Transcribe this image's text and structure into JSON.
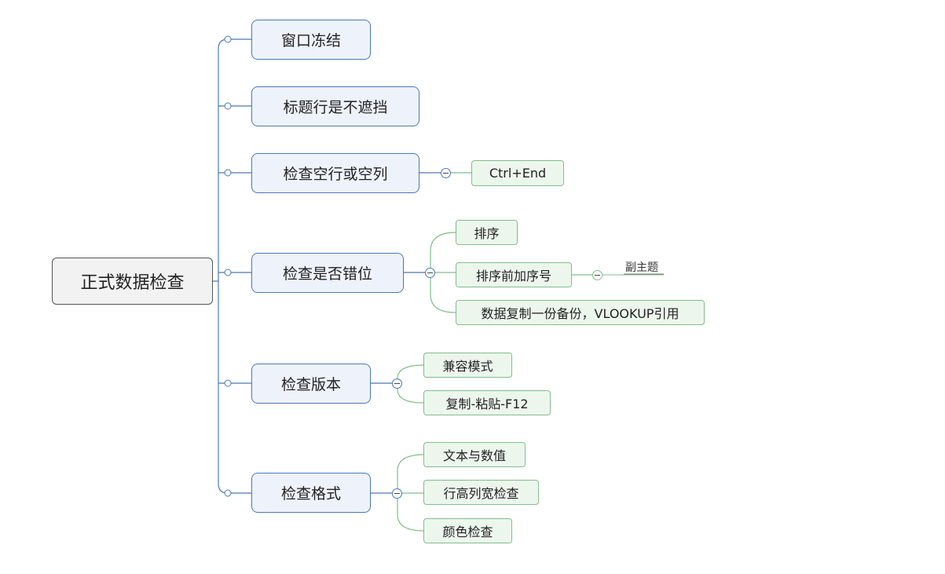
{
  "mindmap": {
    "root": "正式数据检查",
    "topics": [
      {
        "label": "窗口冻结"
      },
      {
        "label": "标题行是不遮挡"
      },
      {
        "label": "检查空行或空列",
        "children": [
          "Ctrl+End"
        ]
      },
      {
        "label": "检查是否错位",
        "children": [
          "排序",
          "排序前加序号",
          "数据复制一份备份，VLOOKUP引用"
        ]
      },
      {
        "label": "检查版本",
        "children": [
          "兼容模式",
          "复制-粘贴-F12"
        ]
      },
      {
        "label": "检查格式",
        "children": [
          "文本与数值",
          "行高列宽检查",
          "颜色检查"
        ]
      }
    ],
    "floating_topic": "副主题"
  },
  "colors": {
    "main_border": "#4a78b8",
    "sub_border": "#7fbf8a",
    "root_border": "#555555"
  }
}
